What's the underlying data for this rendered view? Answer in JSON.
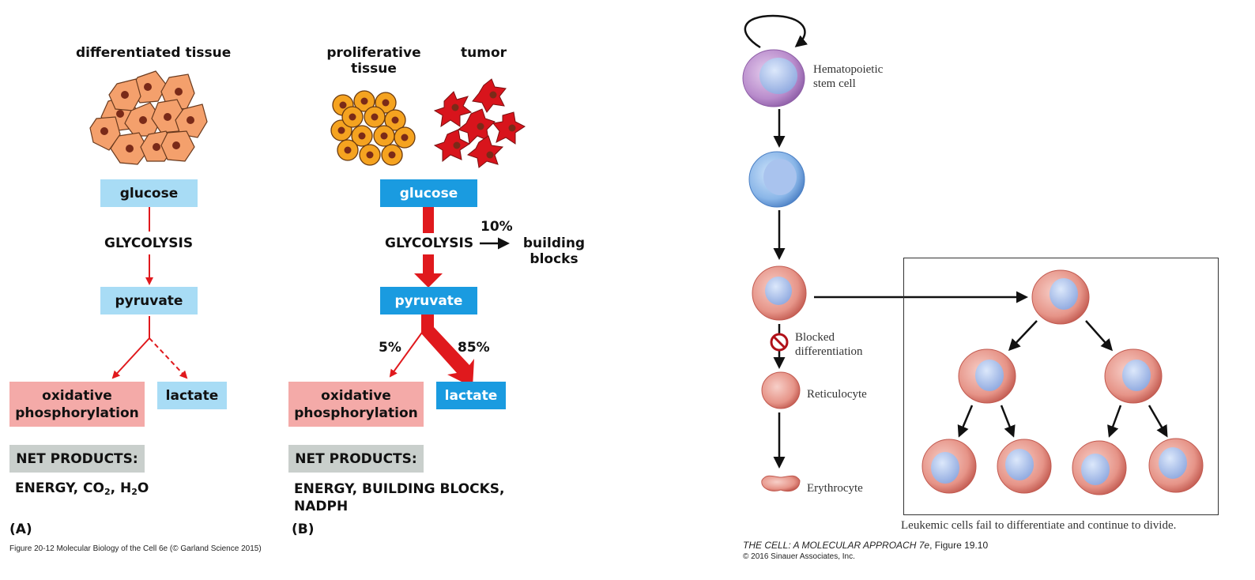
{
  "panelA": {
    "title": "differentiated tissue",
    "glucose": "glucose",
    "glycolysis": "GLYCOLYSIS",
    "pyruvate": "pyruvate",
    "ox_line1": "oxidative",
    "ox_line2": "phosphorylation",
    "lactate": "lactate",
    "net": "NET PRODUCTS:",
    "products_prefix": "ENERGY, CO",
    "products_sub1": "2",
    "products_mid": ", H",
    "products_sub2": "2",
    "products_end": "O",
    "letter": "(A)",
    "caption": "Figure 20-12  Molecular Biology of the Cell 6e (© Garland Science 2015)"
  },
  "panelB": {
    "prolif_line1": "proliferative",
    "prolif_line2": "tissue",
    "tumor": "tumor",
    "glucose": "glucose",
    "glycolysis": "GLYCOLYSIS",
    "pct10": "10%",
    "bb_line1": "building",
    "bb_line2": "blocks",
    "pyruvate": "pyruvate",
    "pct5": "5%",
    "pct85": "85%",
    "ox_line1": "oxidative",
    "ox_line2": "phosphorylation",
    "lactate": "lactate",
    "net": "NET PRODUCTS:",
    "products_line1": "ENERGY, BUILDING BLOCKS,",
    "products_line2": "NADPH",
    "letter": "(B)"
  },
  "panelC": {
    "stem_line1": "Hematopoietic",
    "stem_line2": "stem cell",
    "blocked_line1": "Blocked",
    "blocked_line2": "differentiation",
    "reticulocyte": "Reticulocyte",
    "erythrocyte": "Erythrocyte",
    "leukemic": "Leukemic cells fail to differentiate and continue to divide.",
    "credit_italic": "THE CELL: A MOLECULAR APPROACH 7e",
    "credit_rest": ", Figure 19.10",
    "copyright": "© 2016 Sinauer Associates, Inc."
  },
  "colors": {
    "light_blue": "#a8dcf5",
    "dark_blue": "#1a9be0",
    "pink": "#f4aaa8",
    "gray": "#c9cfcc",
    "red_arrow": "#e0191d",
    "orange_cell": "#f4a06c",
    "tumor_red": "#d8141c"
  }
}
